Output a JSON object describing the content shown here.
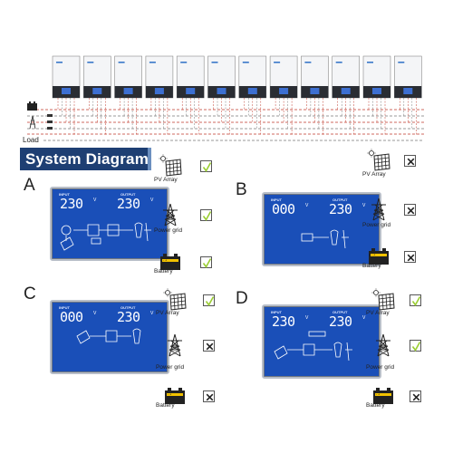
{
  "title": "System Diagram",
  "load_label": "Load",
  "colors": {
    "banner": "#1e3f73",
    "lcd_blue": "#1a4fb8",
    "check_green": "#9acd32",
    "cross": "#222222",
    "wire_red": "#c0392b",
    "wire_grey": "#777777"
  },
  "source_labels": {
    "pv": "PV Array",
    "grid": "Power grid",
    "battery": "Battery"
  },
  "lcd_captions": {
    "input": "INPUT",
    "output": "OUTPUT"
  },
  "inverter_count": 12,
  "scenarios": [
    {
      "letter": "A",
      "input_value": "230",
      "input_unit": "V",
      "output_value": "230",
      "output_unit": "V",
      "pv": "check",
      "grid": "check",
      "battery": "check"
    },
    {
      "letter": "B",
      "input_value": "000",
      "input_unit": "V",
      "output_value": "230",
      "output_unit": "V",
      "pv": "cross",
      "grid": "cross",
      "battery": "cross"
    },
    {
      "letter": "C",
      "input_value": "000",
      "input_unit": "V",
      "output_value": "230",
      "output_unit": "V",
      "pv": "check",
      "grid": "cross",
      "battery": "cross"
    },
    {
      "letter": "D",
      "input_value": "230",
      "input_unit": "V",
      "output_value": "230",
      "output_unit": "V",
      "pv": "check",
      "grid": "check",
      "battery": "cross"
    }
  ]
}
